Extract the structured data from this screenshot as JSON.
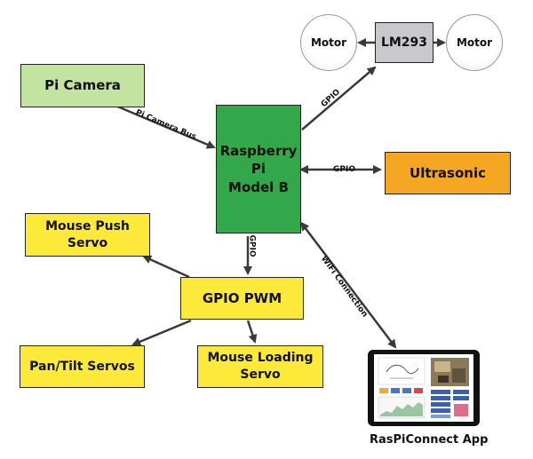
{
  "nodes": {
    "pi_camera": "Pi Camera",
    "raspberry_pi": [
      "Raspberry",
      "Pi",
      "Model B"
    ],
    "lm293": "LM293",
    "motor_left": "Motor",
    "motor_right": "Motor",
    "ultrasonic": "Ultrasonic",
    "mouse_push_servo": [
      "Mouse Push",
      "Servo"
    ],
    "gpio_pwm": "GPIO PWM",
    "pan_tilt_servos": "Pan/Tilt Servos",
    "mouse_loading_servo": [
      "Mouse Loading",
      "Servo"
    ],
    "raspiconnect_app": "RasPiConnect App"
  },
  "edge_labels": {
    "camera_bus": "Pi Camera Bus",
    "gpio_motor": "GPIO",
    "gpio_ultrasonic": "GPIO",
    "gpio_pwm_link": "GPIO",
    "wifi": "WiFi Connection"
  },
  "colors": {
    "pi_camera": "#c3e3a0",
    "raspberry_pi": "#33a84a",
    "lm293": "#c9c9cd",
    "ultrasonic": "#f5a623",
    "yellow_box": "#fde93a",
    "arrow": "#3a3a3a"
  },
  "icons": {
    "app_screenshot": "tablet-screenshot-icon"
  }
}
